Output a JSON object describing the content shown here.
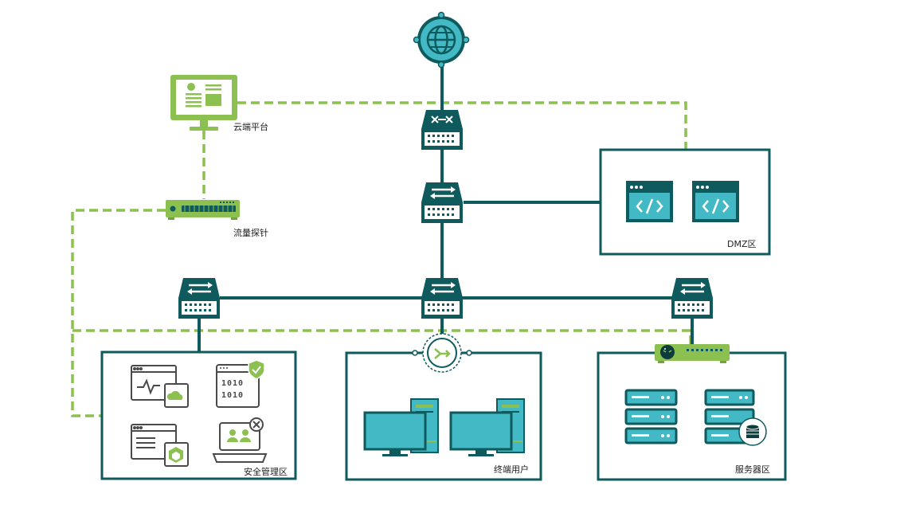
{
  "labels": {
    "cloud_platform": "云端平台",
    "traffic_probe": "流量探针",
    "dmz_zone": "DMZ区",
    "security_mgmt_zone": "安全管理区",
    "endpoint_users_zone": "终端用户",
    "server_zone": "服务器区"
  },
  "security_icons": {
    "binary_text": "1010\n1010"
  },
  "colors": {
    "dark_teal": "#0e5a5c",
    "teal_light": "#42b9c4",
    "green": "#8cc152",
    "green_dark": "#6fa63a",
    "gray_icon": "#4a4a4a"
  }
}
